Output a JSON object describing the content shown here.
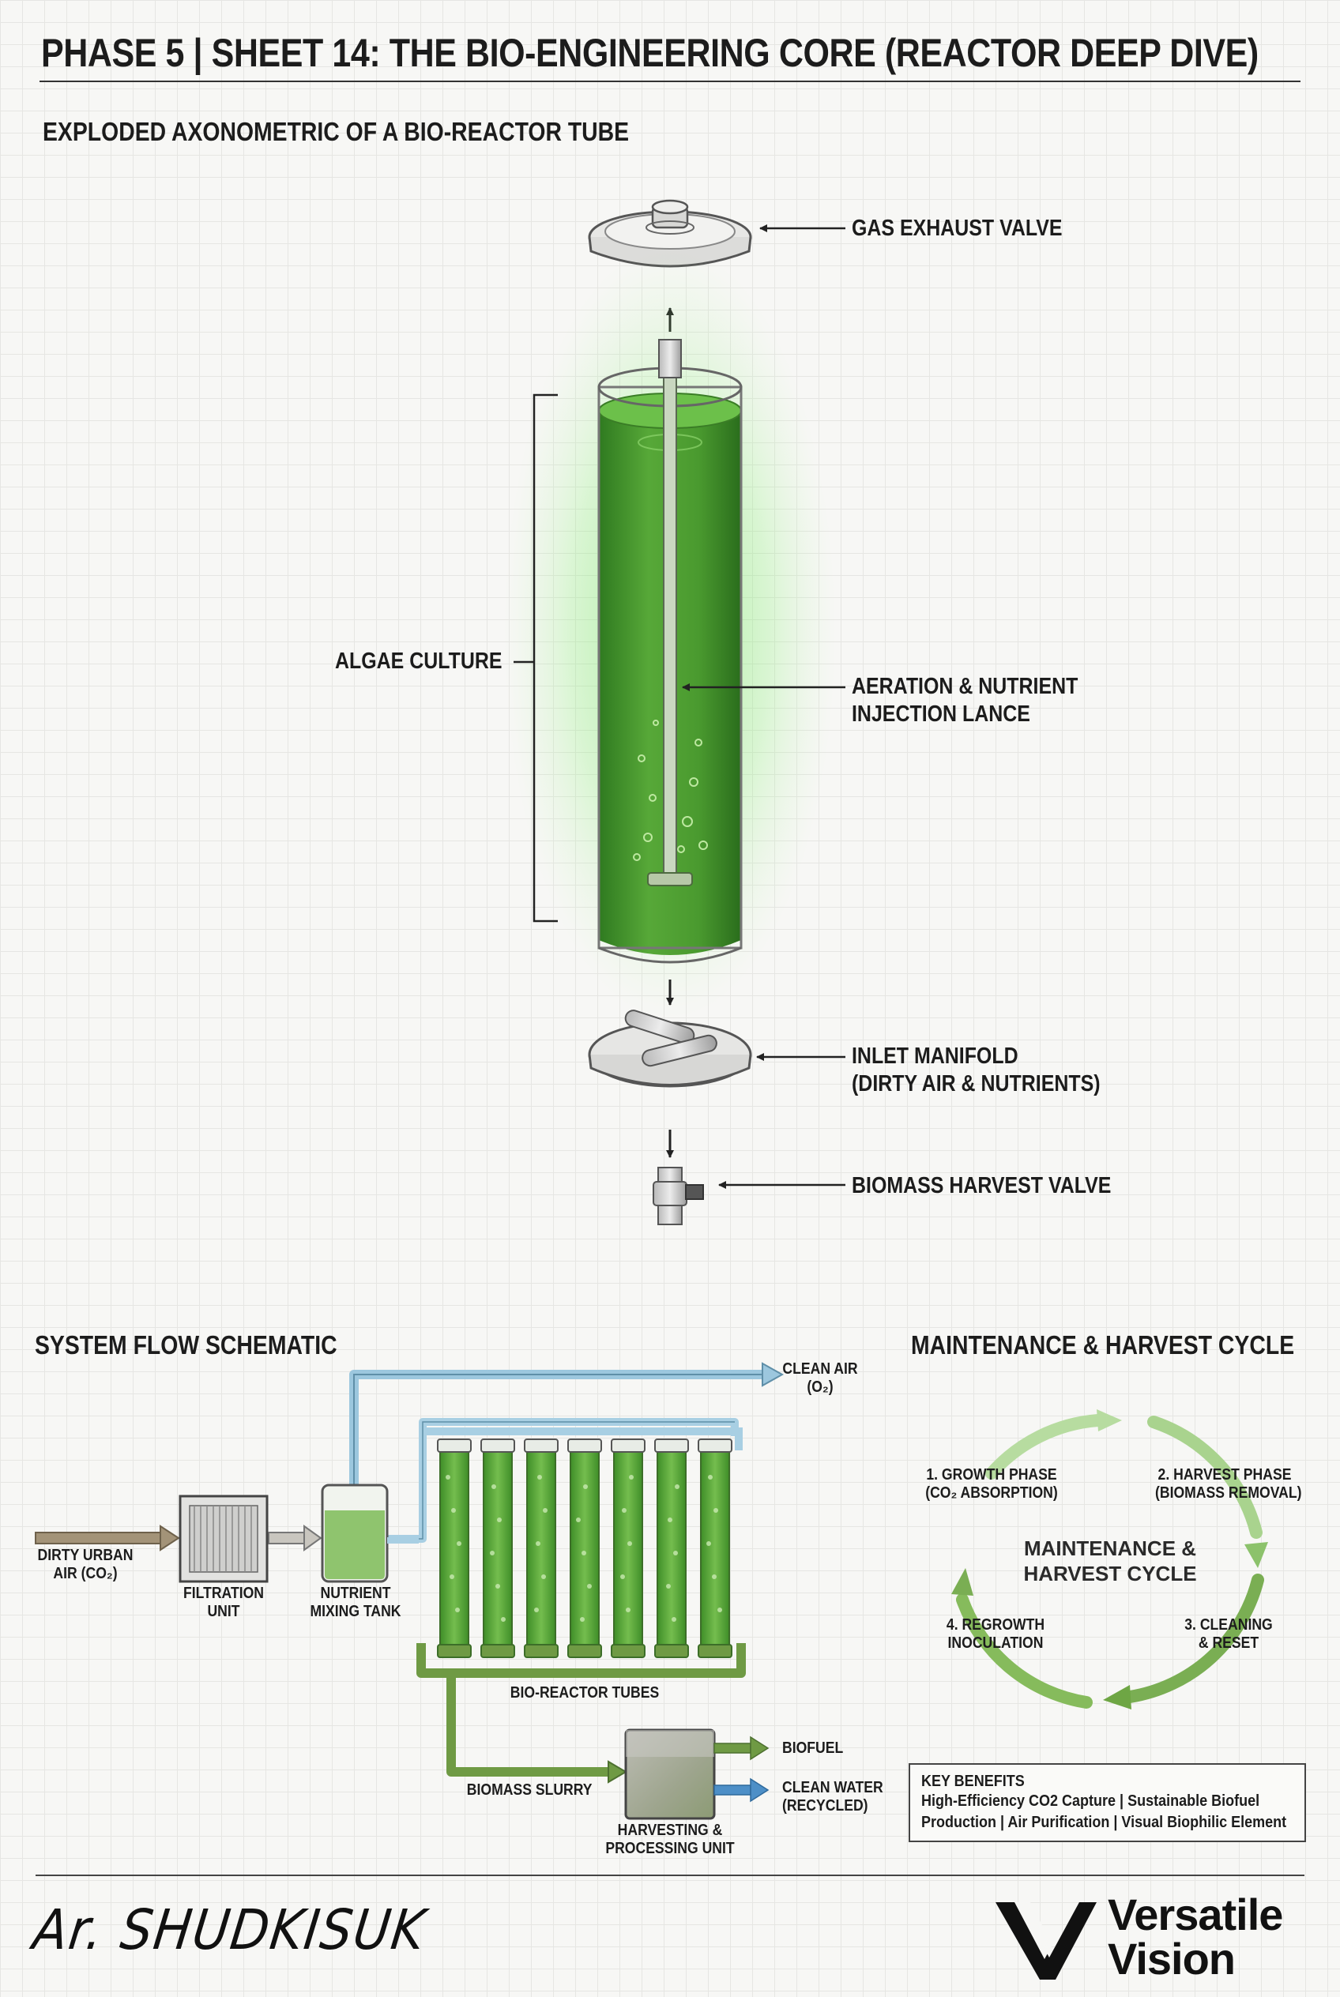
{
  "header": {
    "title": "PHASE 5 | SHEET 14: THE BIO-ENGINEERING CORE (REACTOR DEEP DIVE)",
    "subtitle": "EXPLODED AXONOMETRIC OF A BIO-REACTOR TUBE"
  },
  "reactor": {
    "gas_exhaust_valve": "GAS EXHAUST VALVE",
    "algae_culture": "ALGAE CULTURE",
    "lance_line1": "AERATION & NUTRIENT",
    "lance_line2": "INJECTION LANCE",
    "manifold_line1": "INLET MANIFOLD",
    "manifold_line2": "(DIRTY AIR & NUTRIENTS)",
    "harvest_valve": "BIOMASS HARVEST VALVE"
  },
  "flow": {
    "title": "SYSTEM FLOW SCHEMATIC",
    "dirty_air_line1": "DIRTY URBAN",
    "dirty_air_line2": "AIR (CO₂)",
    "filtration_line1": "FILTRATION",
    "filtration_line2": "UNIT",
    "mixing_line1": "NUTRIENT",
    "mixing_line2": "MIXING TANK",
    "clean_air_line1": "CLEAN AIR",
    "clean_air_line2": "(O₂)",
    "tubes": "BIO-REACTOR TUBES",
    "slurry": "BIOMASS SLURRY",
    "harvest_line1": "HARVESTING &",
    "harvest_line2": "PROCESSING UNIT",
    "biofuel": "BIOFUEL",
    "water_line1": "CLEAN WATER",
    "water_line2": "(RECYCLED)",
    "tube_count": 7
  },
  "cycle": {
    "title": "MAINTENANCE & HARVEST CYCLE",
    "center_line1": "MAINTENANCE &",
    "center_line2": "HARVEST CYCLE",
    "step1_line1": "1. GROWTH PHASE",
    "step1_line2": "(CO₂ ABSORPTION)",
    "step2_line1": "2. HARVEST PHASE",
    "step2_line2": "(BIOMASS REMOVAL)",
    "step3_line1": "3. CLEANING",
    "step3_line2": "& RESET",
    "step4_line1": "4. REGROWTH",
    "step4_line2": "INOCULATION"
  },
  "benefits": {
    "heading": "KEY BENEFITS",
    "text": "High-Efficiency CO2 Capture | Sustainable Biofuel Production | Air Purification | Visual Biophilic Element"
  },
  "footer": {
    "signature": "Ar. SHUDKISUK",
    "brand_line1": "Versatile",
    "brand_line2": "Vision"
  },
  "colors": {
    "algae_green": "#4a9a2f",
    "glow_green": "#5ee04a",
    "air_blue": "#9cc7de",
    "slurry_green": "#6f9a44",
    "water_blue": "#4d8fc7",
    "ink": "#1c1c1c"
  }
}
